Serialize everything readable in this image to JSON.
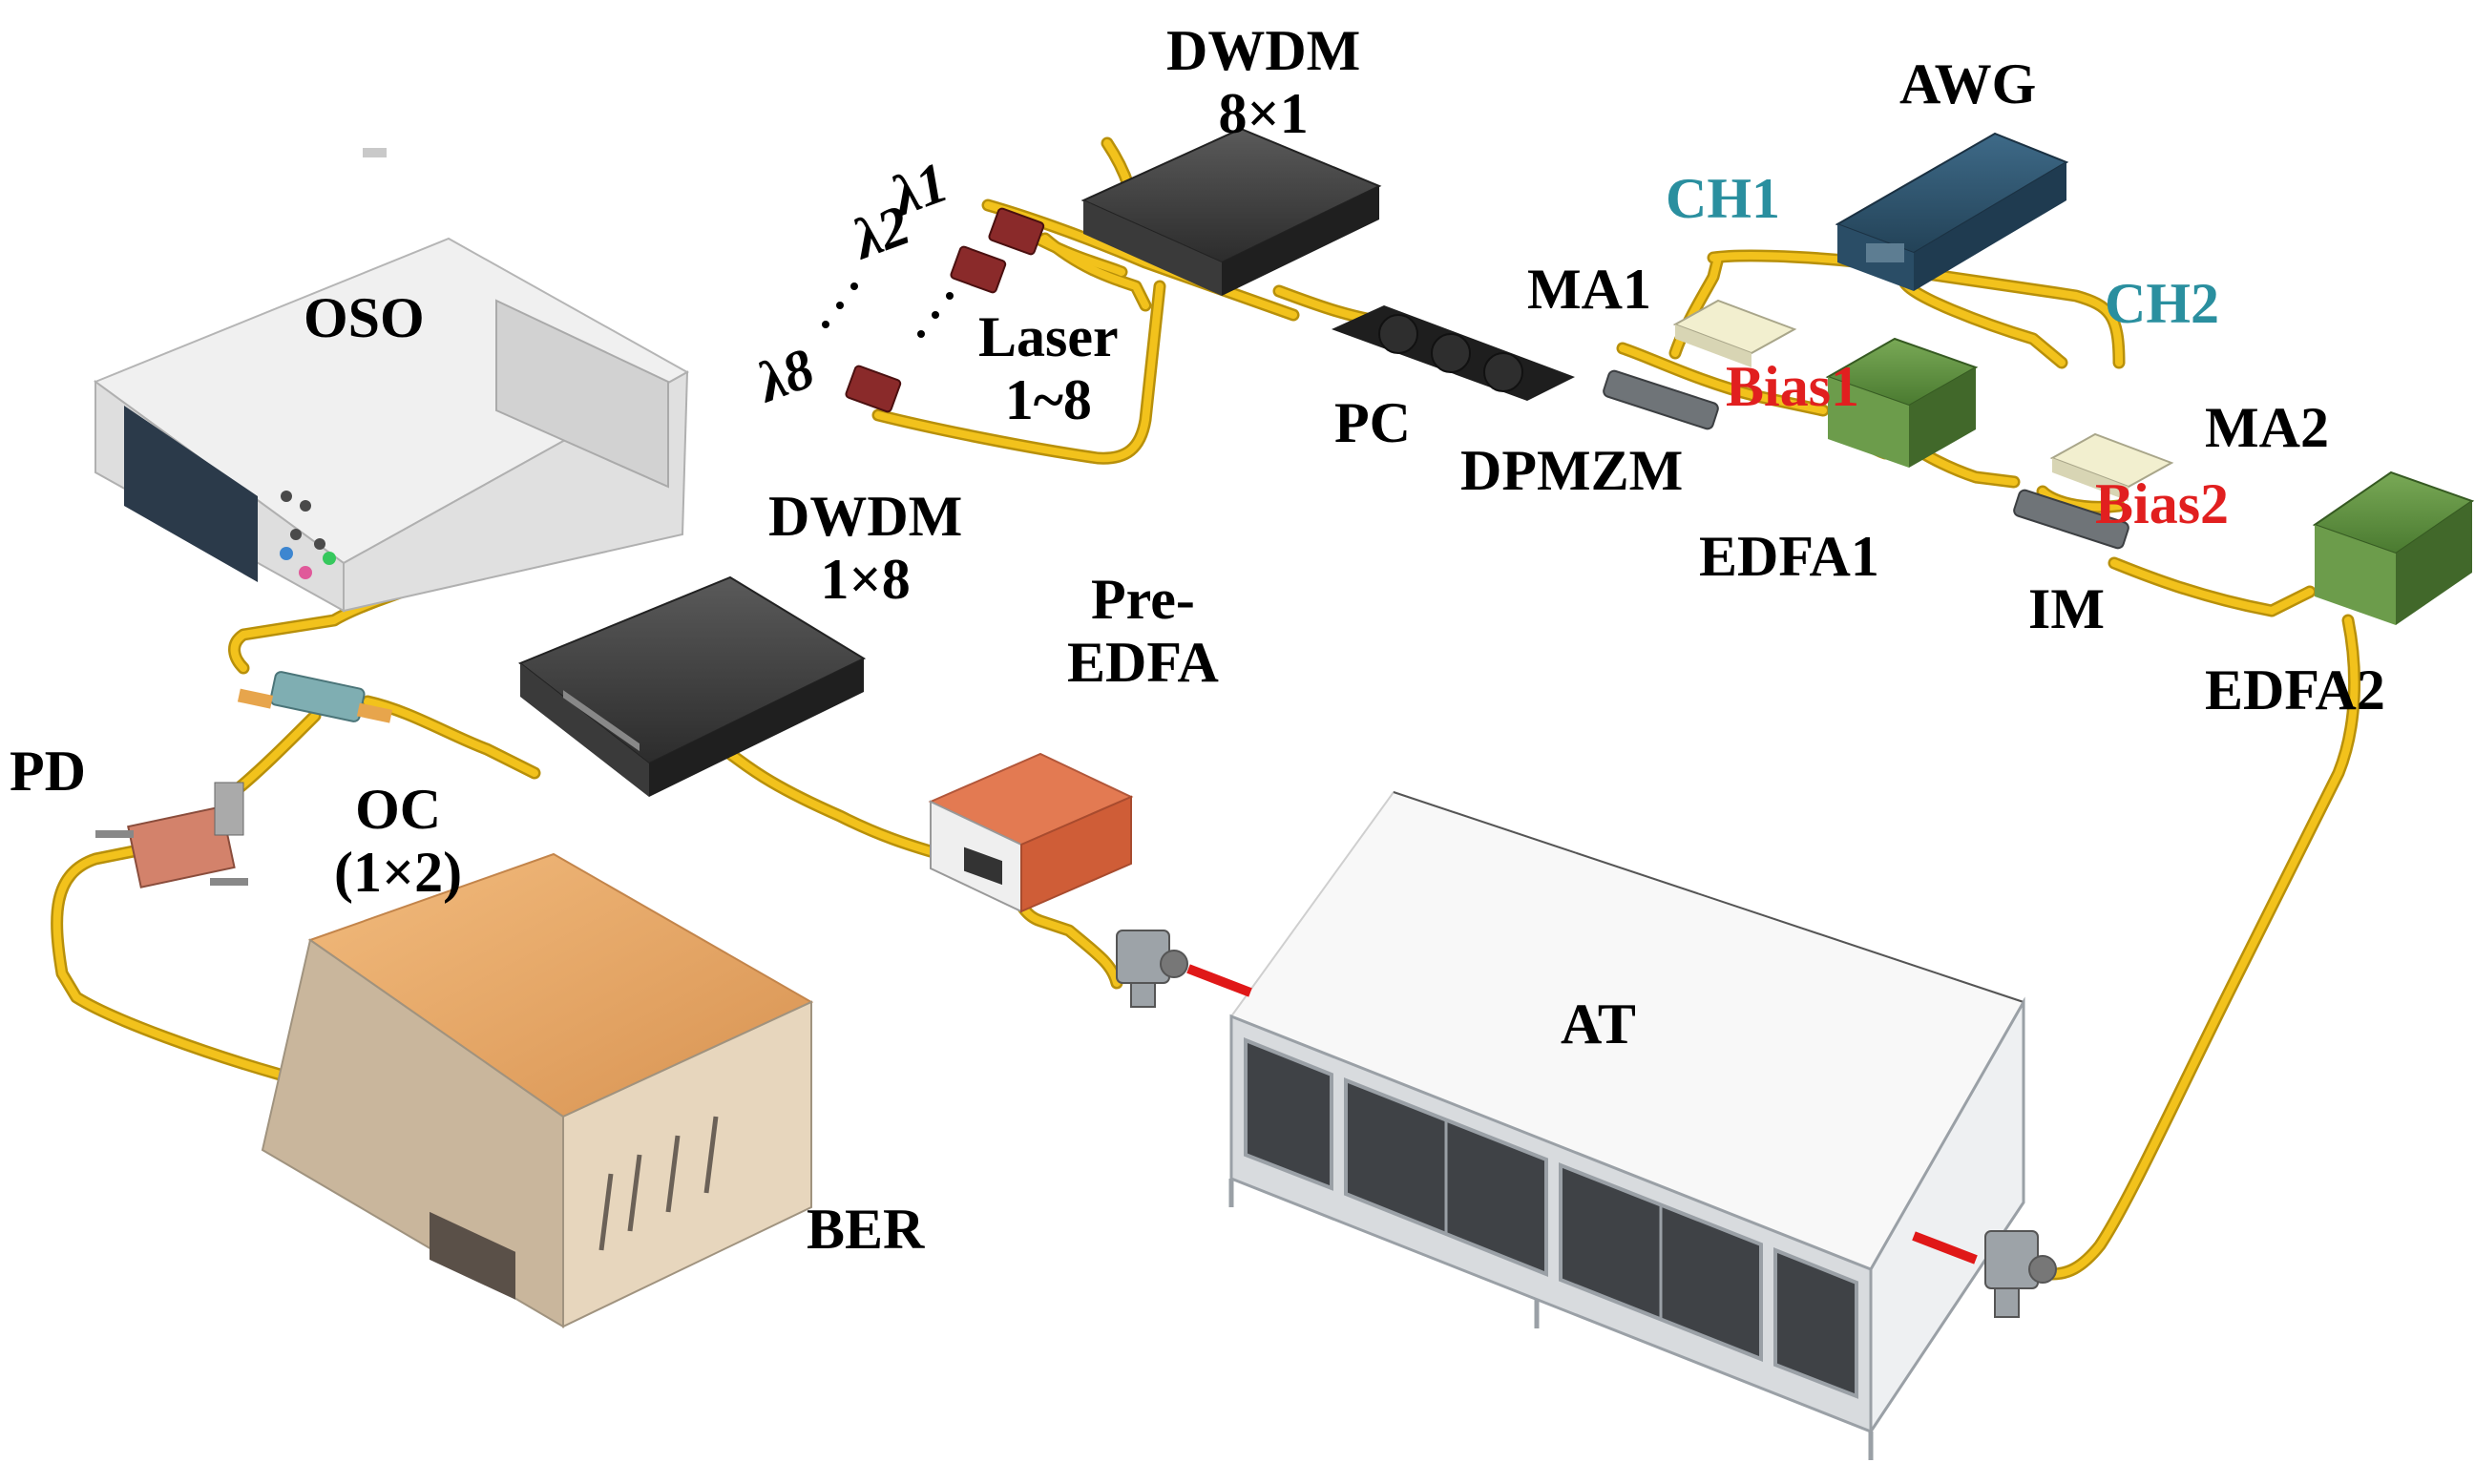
{
  "colors": {
    "fiber": "#f2c21c",
    "fiber_edge": "#b8900a",
    "teal_label": "#2a8f9f",
    "red_label": "#e11f1f",
    "free_space_beam": "#e01818",
    "ber_orange": "#e2a665",
    "edfa_green": "#5c8f3c",
    "awg_blue": "#2e536e",
    "pre_edfa_orange": "#d9673f",
    "laser_red": "#8a2a2a",
    "modulator_amp_cream": "#f2efcf"
  },
  "labels": {
    "dwdm_mux": "DWDM\n8×1",
    "awg": "AWG",
    "ch1": "CH1",
    "ch2": "CH2",
    "lambda1": "λ1",
    "lambda2": "λ2",
    "lambda8": "λ8",
    "oso": "OSO",
    "laser": "Laser\n1~8",
    "ma1": "MA1",
    "bias1": "Bias1",
    "pc": "PC",
    "dpmzm": "DPMZM",
    "ma2": "MA2",
    "bias2": "Bias2",
    "edfa1": "EDFA1",
    "im": "IM",
    "edfa2": "EDFA2",
    "dwdm_demux": "DWDM\n1×8",
    "pre_edfa": "Pre-\nEDFA",
    "pd": "PD",
    "oc": "OC\n(1×2)",
    "at": "AT",
    "ber": "BER"
  },
  "icons": {
    "oscilloscope": "oso-instrument-icon",
    "dwdm_mux": "dwdm-mux-icon",
    "dwdm_demux": "dwdm-demux-icon",
    "awg": "awg-instrument-icon",
    "laser": "laser-source-icon",
    "polarization_controller": "polarization-controller-icon",
    "modulator": "modulator-icon",
    "amplifier": "microwave-amplifier-icon",
    "edfa": "edfa-icon",
    "photodetector": "photodetector-icon",
    "coupler": "optical-coupler-icon",
    "collimator": "collimator-icon",
    "turbulence_chamber": "atmospheric-turbulence-chamber-icon",
    "ber_tester": "ber-tester-icon"
  }
}
